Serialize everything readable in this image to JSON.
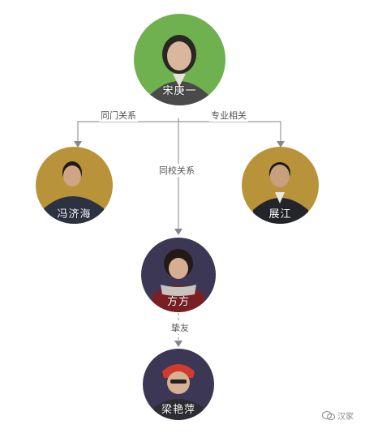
{
  "nodes": {
    "center": {
      "name": "宋庚一",
      "color": "#6fb04f"
    },
    "left": {
      "name": "冯济海",
      "color": "#b8933a"
    },
    "right": {
      "name": "展江",
      "color": "#b8933a"
    },
    "middle": {
      "name": "方方",
      "color": "#3d3756"
    },
    "bottom": {
      "name": "梁艳萍",
      "color": "#3d3756"
    }
  },
  "edges": {
    "left": "同门关系",
    "right": "专业相关",
    "middle": "同校关系",
    "bottom": "挚友"
  },
  "watermark": {
    "text": "汉家",
    "icon": "wechat-icon"
  }
}
